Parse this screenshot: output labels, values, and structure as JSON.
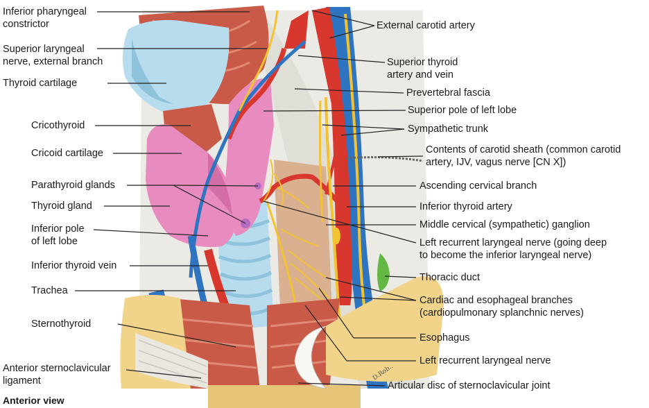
{
  "caption": "Anterior view",
  "artist_signature": "D.Rob..",
  "labels_left": [
    "Inferior pharyngeal\nconstrictor",
    "Superior laryngeal\nnerve, external branch",
    "Thyroid cartilage",
    "Cricothyroid",
    "Cricoid cartilage",
    "Parathyroid glands",
    "Thyroid gland",
    "Inferior pole\nof left lobe",
    "Inferior thyroid vein",
    "Trachea",
    "Sternothyroid",
    "Anterior sternoclavicular\nligament"
  ],
  "labels_right": [
    "External carotid artery",
    "Superior thyroid\nartery and vein",
    "Prevertebral fascia",
    "Superior pole of left lobe",
    "Sympathetic trunk",
    "Contents of carotid sheath (common carotid\nartery, IJV, vagus nerve [CN X])",
    "Ascending cervical branch",
    "Inferior thyroid artery",
    "Middle cervical (sympathetic) ganglion",
    "Left recurrent laryngeal nerve (going deep\nto become the inferior laryngeal nerve)",
    "Thoracic duct",
    "Cardiac and esophageal branches\n(cardiopulmonary splanchnic nerves)",
    "Esophagus",
    "Left recurrent laryngeal nerve",
    "Articular disc of sternoclavicular joint"
  ],
  "colors": {
    "artery": "#d8372e",
    "vein": "#2f74c0",
    "nerve": "#f2c230",
    "thyroid": "#e88cc0",
    "cartilage": "#b7dcee",
    "muscle": "#c95a48",
    "fascia": "#ecebe6",
    "bone": "#f1d48a",
    "thoracic_duct": "#63b844"
  }
}
